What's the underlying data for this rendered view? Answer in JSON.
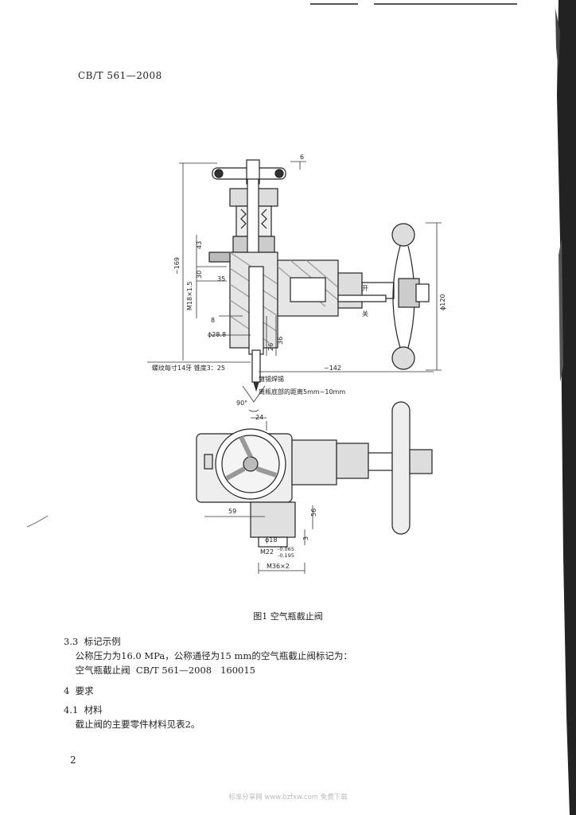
{
  "header": {
    "doc_code": "CB/T 561—2008"
  },
  "figure": {
    "caption": "图1  空气瓶截止阀",
    "labels": {
      "dim_6": "6",
      "dim_169": "~169",
      "dim_43": "43",
      "dim_30": "30",
      "dim_35": "35",
      "thread_m18": "M18×1.5",
      "dim_8": "8",
      "dim_26": "26",
      "dim_36": "36",
      "dim_phi28": "ϕ28.8",
      "dim_phi120": "ϕ120",
      "dim_142": "~142",
      "thread_note": "螺纹每寸14牙 锥度3：25",
      "tin_note": "镀锡焊锡",
      "depth_note": "离瓶底部的距离5mm~10mm",
      "angle_90": "90°",
      "dim_24": "24",
      "dim_59": "59",
      "dim_56": "56",
      "dim_phi18": "ϕ18",
      "thread_m22": "M22",
      "tol_upper": "-0.065",
      "tol_lower": "-0.195",
      "thread_m36": "M36×2",
      "dim_3": "3",
      "open_label": "开",
      "close_label": "关"
    }
  },
  "sections": {
    "s33_heading": "3.3  标记示例",
    "s33_line1": "    公称压力为16.0 MPa，公称通径为15 mm的空气瓶截止阀标记为：",
    "s33_line2": "    空气瓶截止阀  CB/T 561—2008   160015",
    "s4_heading": "4  要求",
    "s41_heading": "4.1  材料",
    "s41_line1": "    截止阀的主要零件材料见表2。"
  },
  "page_number": "2",
  "footer": "标准分享网 www.bzfxw.com 免费下载"
}
